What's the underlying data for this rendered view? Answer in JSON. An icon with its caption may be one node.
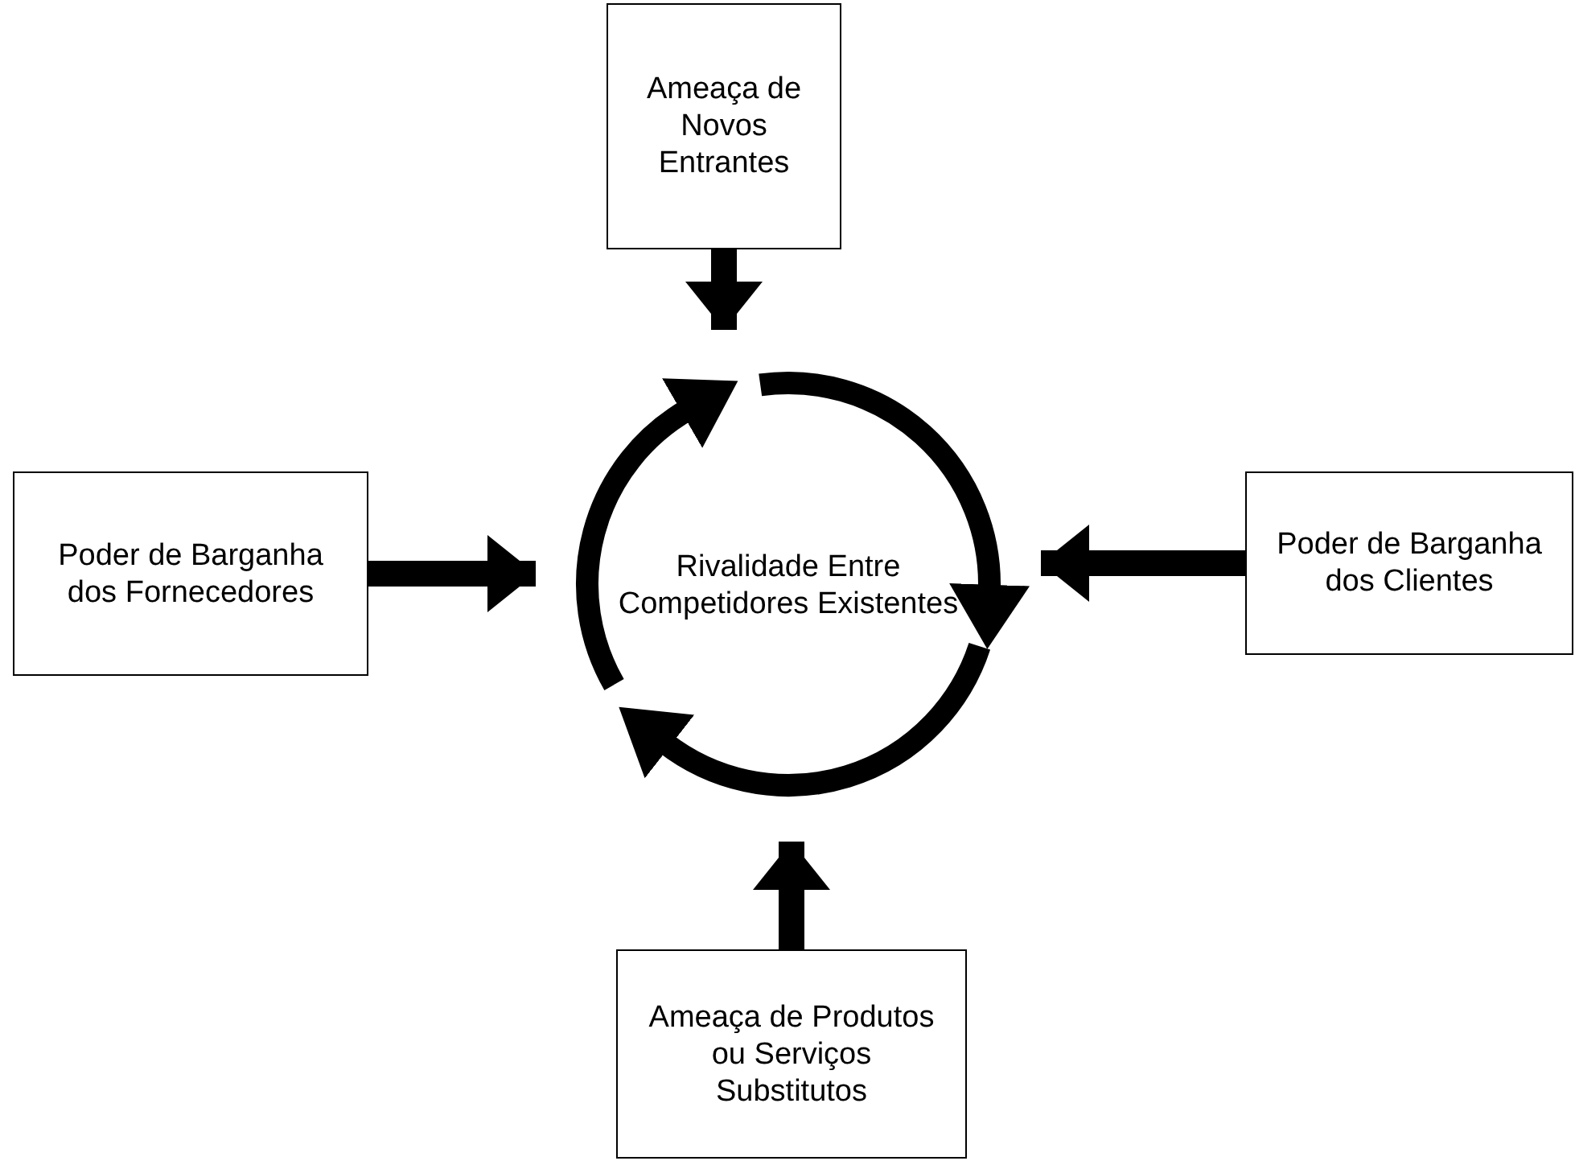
{
  "diagram": {
    "nodes": [
      {
        "text": [
          "Ameaça de Novos Entrantes"
        ]
      },
      {
        "text": [
          "Poder de Barganha dos Fornecedores"
        ]
      },
      {
        "text": [
          "Rivalidade Entre Competidores Existentes"
        ]
      },
      {
        "text": [
          "Poder de Barganha dos Clientes"
        ]
      },
      {
        "text": [
          "Ameaça de Produtos ou Serviços Substitutos"
        ]
      }
    ],
    "edges": [
      {
        "from": 0,
        "to": 2,
        "arrow": "to"
      },
      {
        "from": 1,
        "to": 2,
        "arrow": "to"
      },
      {
        "from": 3,
        "to": 2,
        "arrow": "to"
      },
      {
        "from": 4,
        "to": 2,
        "arrow": "to"
      }
    ]
  }
}
